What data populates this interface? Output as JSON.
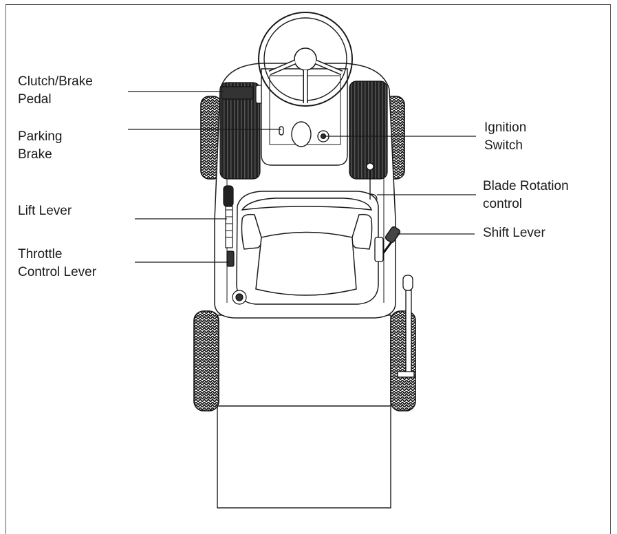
{
  "labels": {
    "clutch_brake": {
      "line1": "Clutch/Brake",
      "line2": "Pedal"
    },
    "parking_brake": {
      "line1": "Parking",
      "line2": "Brake"
    },
    "lift_lever": {
      "line1": "Lift Lever"
    },
    "throttle": {
      "line1": "Throttle",
      "line2": "Control Lever"
    },
    "ignition": {
      "line1": "Ignition",
      "line2": "Switch"
    },
    "blade_rotation": {
      "line1": "Blade Rotation",
      "line2": "control"
    },
    "shift_lever": {
      "line1": "Shift Lever"
    }
  },
  "colors": {
    "ink": "#1a1a1a",
    "frame": "#555555"
  }
}
